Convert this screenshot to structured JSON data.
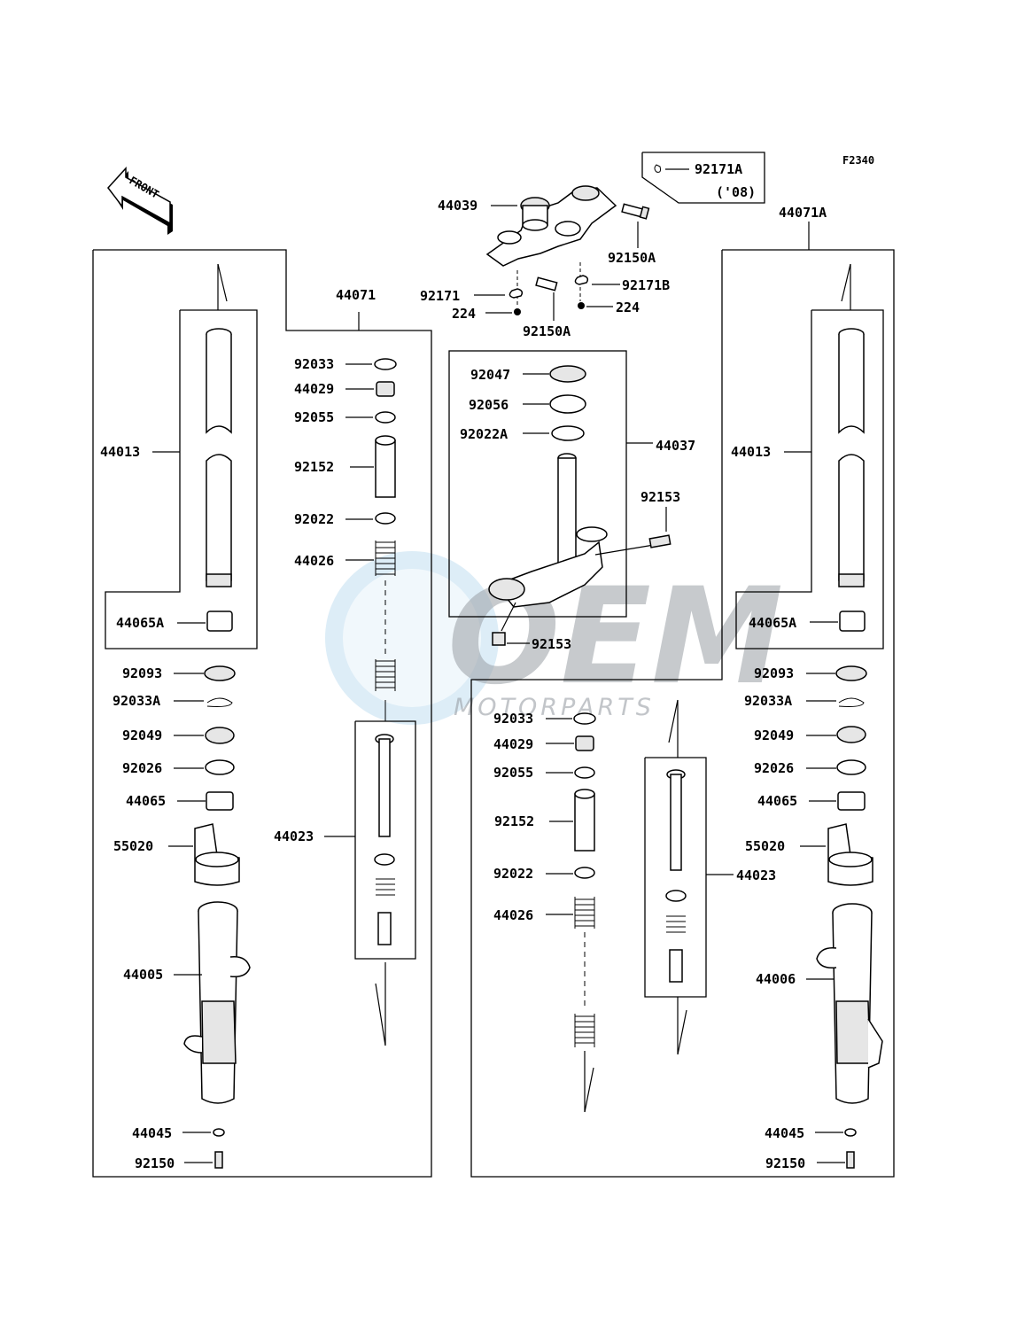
{
  "figure_id": "F2340",
  "front_arrow_label": "FRONT",
  "watermark": {
    "brand": "OEM",
    "sub": "MOTORPARTS"
  },
  "variant_note": "('08)",
  "labels": {
    "44039": "44039",
    "92171A": "92171A",
    "92150A_top": "92150A",
    "92171": "92171",
    "92171B": "92171B",
    "224_left": "224",
    "224_right": "224",
    "92150A_bottom": "92150A",
    "44071": "44071",
    "44071A": "44071A",
    "L_44013": "44013",
    "L_44065A": "44065A",
    "L_92093": "92093",
    "L_92033A": "92033A",
    "L_92049": "92049",
    "L_92026": "92026",
    "L_44065": "44065",
    "L_55020": "55020",
    "L_44005": "44005",
    "L_44045": "44045",
    "L_92150": "92150",
    "M_92033": "92033",
    "M_44029": "44029",
    "M_92055": "92055",
    "M_92152": "92152",
    "M_92022": "92022",
    "M_44026": "44026",
    "M_44023": "44023",
    "C_92047": "92047",
    "C_92056": "92056",
    "C_92022A": "92022A",
    "C_44037": "44037",
    "C_92153_top": "92153",
    "C_92153_bottom": "92153",
    "RM_92033": "92033",
    "RM_44029": "44029",
    "RM_92055": "92055",
    "RM_92152": "92152",
    "RM_92022": "92022",
    "RM_44026": "44026",
    "RM_44023": "44023",
    "R_44013": "44013",
    "R_44065A": "44065A",
    "R_92093": "92093",
    "R_92033A": "92033A",
    "R_92049": "92049",
    "R_92026": "92026",
    "R_44065": "44065",
    "R_55020": "55020",
    "R_44006": "44006",
    "R_44045": "44045",
    "R_92150": "92150"
  }
}
